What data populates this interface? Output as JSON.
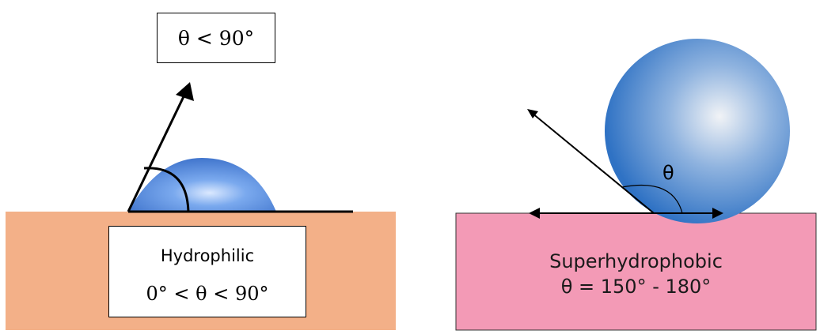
{
  "left_panel": {
    "angle_label": "θ < 90°",
    "surface_title": "Hydrophilic",
    "surface_range": "0° < θ <  90°",
    "surface_color": "#f3b088",
    "droplet_color": "#3f7fd9"
  },
  "right_panel": {
    "theta_label": "θ",
    "surface_title": "Superhydrophobic",
    "surface_range": "θ = 150° - 180°",
    "surface_color": "#f39ab6",
    "droplet_color": "#3f86d3"
  }
}
